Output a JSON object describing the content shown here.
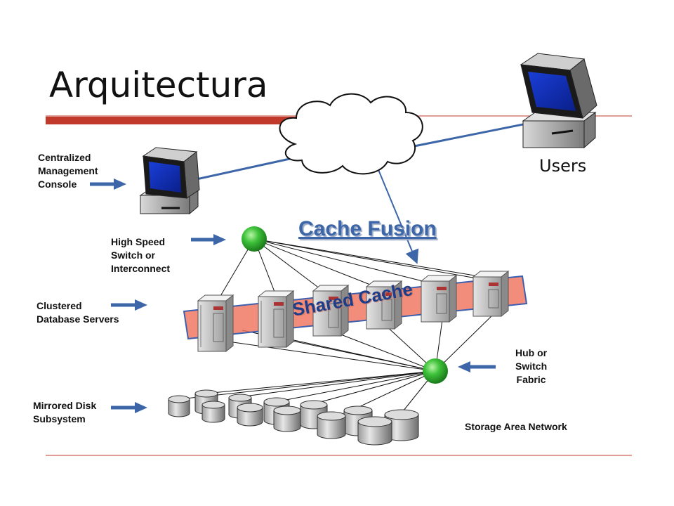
{
  "title": "Arquitectura",
  "labels": {
    "console": [
      "Centralized",
      "Management",
      "Console"
    ],
    "interconnect": [
      "High Speed",
      "Switch or",
      "Interconnect"
    ],
    "servers": [
      "Clustered",
      "Database Servers"
    ],
    "disks": [
      "Mirrored Disk",
      "Subsystem"
    ],
    "hub": [
      "Hub or",
      "Switch",
      "Fabric"
    ],
    "san": "Storage Area Network",
    "users": "Users",
    "cache_fusion": "Cache Fusion",
    "shared_cache": "Shared Cache"
  },
  "colors": {
    "accent_line": "#c0392b",
    "link": "#3d66a8",
    "node": "#2ea82e",
    "shared_band": "#f0705a"
  },
  "icons": [
    "user-computer-icon",
    "console-computer-icon",
    "cloud-icon",
    "server-icon",
    "disk-icon",
    "switch-node-icon",
    "arrow-icon"
  ]
}
